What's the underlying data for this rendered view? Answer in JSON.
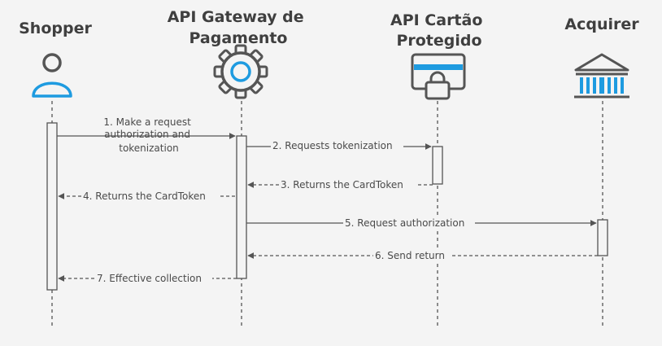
{
  "actors": [
    {
      "name": "Shopper",
      "icon": "person-icon"
    },
    {
      "name": "API Gateway de\nPagamento",
      "icon": "gear-icon"
    },
    {
      "name": "API Cartão\nProtegido",
      "icon": "card-lock-icon"
    },
    {
      "name": "Acquirer",
      "icon": "bank-icon"
    }
  ],
  "messages": [
    {
      "label": "1. Make a request\nauthorization and\ntokenization",
      "style": "solid"
    },
    {
      "label": "2. Requests tokenization",
      "style": "solid"
    },
    {
      "label": "3. Returns the CardToken",
      "style": "dashed"
    },
    {
      "label": "4. Returns the CardToken",
      "style": "dashed"
    },
    {
      "label": "5. Request authorization",
      "style": "solid"
    },
    {
      "label": "6. Send return",
      "style": "dashed"
    },
    {
      "label": "7. Effective collection",
      "style": "dashed"
    }
  ],
  "colors": {
    "accent": "#1e9be0",
    "stroke": "#555555",
    "text": "#3f3f3f",
    "background": "#f4f4f4"
  }
}
